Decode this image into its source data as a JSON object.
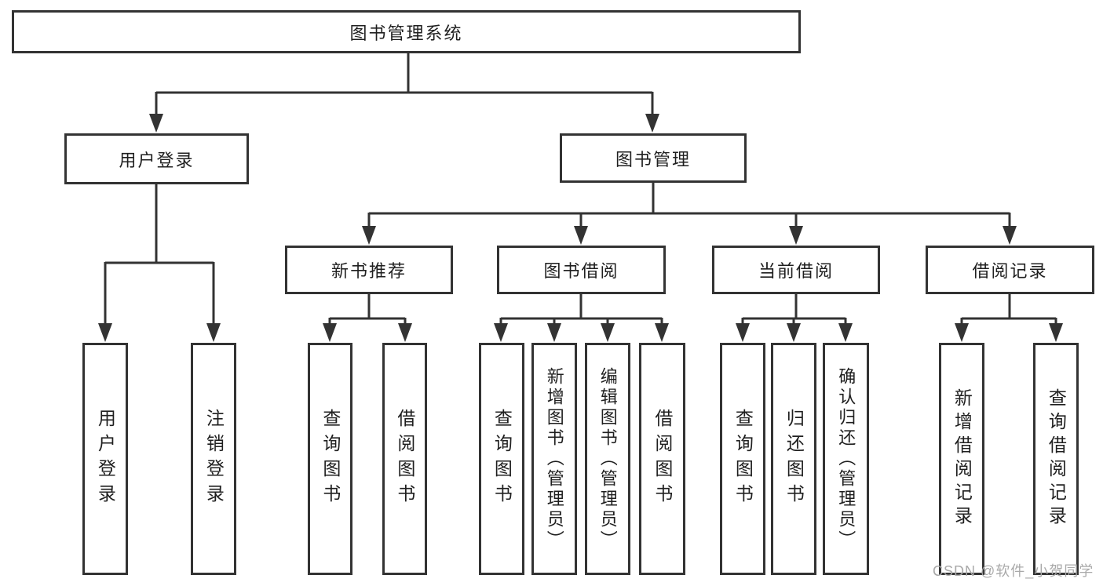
{
  "diagram": {
    "root": {
      "label": "图书管理系统"
    },
    "user_login": {
      "label": "用户登录",
      "children": {
        "login": {
          "label": "用户登录"
        },
        "logout": {
          "label": "注销登录"
        }
      }
    },
    "book_management": {
      "label": "图书管理",
      "children": {
        "new_book_recommendation": {
          "label": "新书推荐",
          "children": {
            "query_books": {
              "label": "查询图书"
            },
            "borrow_books": {
              "label": "借阅图书"
            }
          }
        },
        "book_borrowing": {
          "label": "图书借阅",
          "children": {
            "query_books": {
              "label": "查询图书"
            },
            "add_books_admin": {
              "label": "新增图书（管理员）"
            },
            "edit_books_admin": {
              "label": "编辑图书（管理员）"
            },
            "borrow_books": {
              "label": "借阅图书"
            }
          }
        },
        "current_borrowing": {
          "label": "当前借阅",
          "children": {
            "query_books": {
              "label": "查询图书"
            },
            "return_books": {
              "label": "归还图书"
            },
            "confirm_return_admin": {
              "label": "确认归还（管理员）"
            }
          }
        },
        "borrowing_records": {
          "label": "借阅记录",
          "children": {
            "add_borrow_record": {
              "label": "新增借阅记录"
            },
            "query_borrow_record": {
              "label": "查询借阅记录"
            }
          }
        }
      }
    }
  },
  "watermark": {
    "text": "CSDN @软件_小贺同学"
  },
  "colors": {
    "line": "#333333",
    "text": "#1f1f1f",
    "watermark": "#a9a9a9",
    "background": "#ffffff"
  }
}
